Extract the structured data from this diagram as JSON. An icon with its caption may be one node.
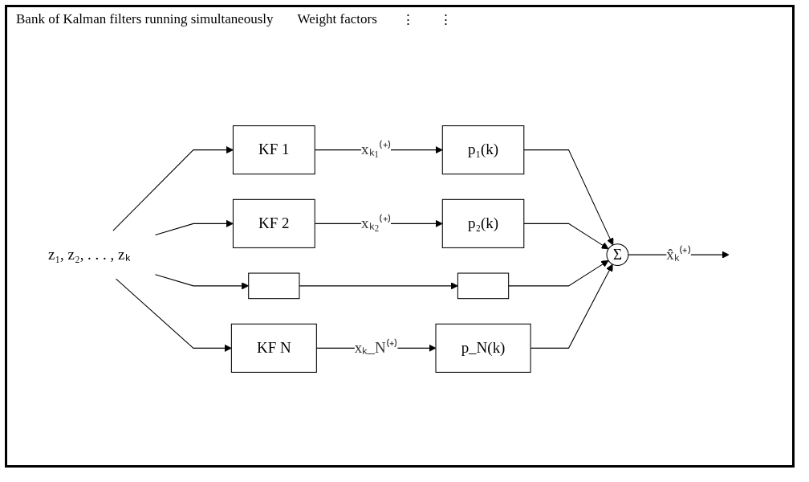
{
  "diagram": {
    "nodes": [
      {
        "text": [
          "z₁, z₂, . . . , zₖ"
        ]
      },
      {
        "text": [
          "KF 1"
        ]
      },
      {
        "text": [
          "KF 2"
        ]
      },
      {
        "text": [],
        "shape": "box"
      },
      {
        "text": [
          "KF N"
        ]
      },
      {
        "text": [
          "p₁(k)"
        ]
      },
      {
        "text": [
          "p₂(k)"
        ]
      },
      {
        "text": [],
        "shape": "box"
      },
      {
        "text": [
          "p_N(k)"
        ]
      },
      {
        "text": [
          "Σ"
        ]
      }
    ],
    "edges": [
      {
        "from": 0,
        "to": 1,
        "arrow": "to"
      },
      {
        "from": 0,
        "to": 2,
        "arrow": "to"
      },
      {
        "from": 0,
        "to": 3,
        "arrow": "to"
      },
      {
        "from": 0,
        "to": 4,
        "arrow": "to"
      },
      {
        "from": 1,
        "to": 5,
        "arrow": "to",
        "label": "xₖ₁⁽⁺⁾"
      },
      {
        "from": 2,
        "to": 6,
        "arrow": "to",
        "label": "xₖ₂⁽⁺⁾"
      },
      {
        "from": 3,
        "to": 7,
        "arrow": "to"
      },
      {
        "from": 4,
        "to": 8,
        "arrow": "to",
        "label": "xₖ_N⁽⁺⁾"
      },
      {
        "from": 5,
        "to": 9,
        "arrow": "to"
      },
      {
        "from": 6,
        "to": 9,
        "arrow": "to"
      },
      {
        "from": 7,
        "to": 9,
        "arrow": "to"
      },
      {
        "from": 8,
        "to": 9,
        "arrow": "to"
      },
      {
        "from": 9,
        "to": null,
        "arrow": "to",
        "label": "x̂ₖ⁽⁺⁾"
      }
    ],
    "labels": [
      "Bank of Kalman filters running simultaneously",
      "Weight factors",
      "⋮",
      "⋮"
    ]
  }
}
